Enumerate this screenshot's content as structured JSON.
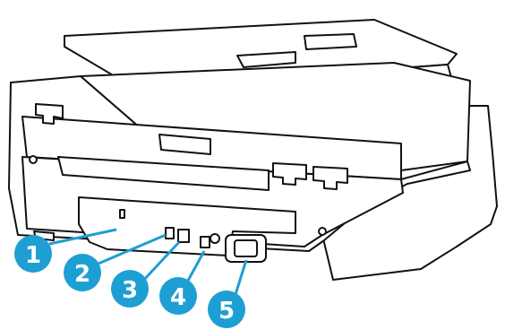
{
  "figure": {
    "subject": "printer-rear-view",
    "line_color": "#000000",
    "body_color": "#ffffff",
    "accent_color": "#1e9fd3",
    "callouts": [
      {
        "label": "1",
        "target": "port-1"
      },
      {
        "label": "2",
        "target": "port-2"
      },
      {
        "label": "3",
        "target": "port-3"
      },
      {
        "label": "4",
        "target": "port-4"
      },
      {
        "label": "5",
        "target": "power-socket"
      }
    ]
  }
}
